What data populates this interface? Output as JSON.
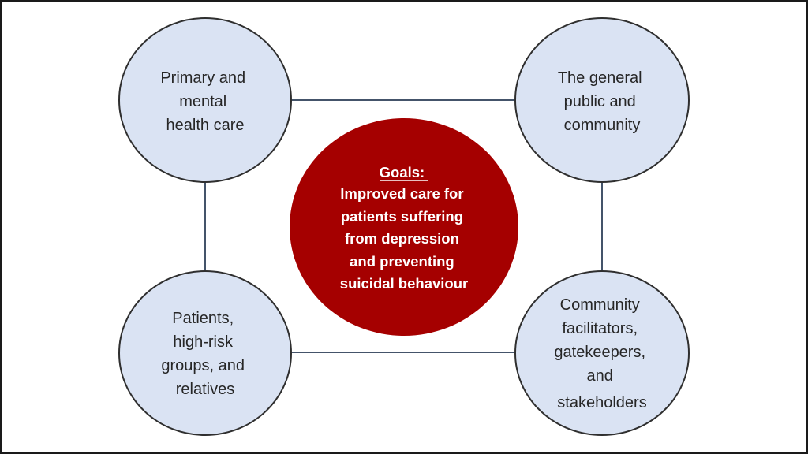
{
  "diagram": {
    "center": {
      "heading": "Goals:",
      "lines": [
        "Improved care for",
        "patients suffering",
        "from depression",
        "and preventing",
        "suicidal behaviour"
      ],
      "fill_color": "#a50000",
      "text_color": "#ffffff"
    },
    "nodes": [
      {
        "id": "top-left",
        "lines": [
          "Primary and",
          "mental",
          "health care"
        ]
      },
      {
        "id": "top-right",
        "lines": [
          "The general",
          "public and",
          "community"
        ]
      },
      {
        "id": "bottom-left",
        "lines": [
          "Patients,",
          "high-risk",
          "groups, and",
          "relatives"
        ]
      },
      {
        "id": "bottom-right",
        "lines": [
          "Community",
          "facilitators,",
          "gatekeepers,",
          "and",
          "stakeholders"
        ]
      }
    ],
    "node_fill_color": "#dae3f3",
    "node_stroke_color": "#2f2f2f",
    "connector_color": "#44546a",
    "connections": [
      [
        "top-left",
        "top-right"
      ],
      [
        "top-left",
        "bottom-left"
      ],
      [
        "top-right",
        "bottom-right"
      ],
      [
        "bottom-left",
        "bottom-right"
      ]
    ]
  }
}
